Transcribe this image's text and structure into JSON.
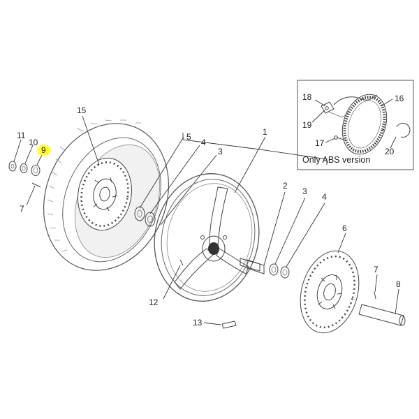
{
  "diagram": {
    "callouts": [
      {
        "id": "c1",
        "label": "1"
      },
      {
        "id": "c2",
        "label": "2"
      },
      {
        "id": "c3a",
        "label": "3"
      },
      {
        "id": "c3b",
        "label": "3"
      },
      {
        "id": "c4a",
        "label": "4"
      },
      {
        "id": "c4b",
        "label": "4"
      },
      {
        "id": "c5",
        "label": "5"
      },
      {
        "id": "c6",
        "label": "6"
      },
      {
        "id": "c7a",
        "label": "7"
      },
      {
        "id": "c7b",
        "label": "7"
      },
      {
        "id": "c8",
        "label": "8"
      },
      {
        "id": "c9",
        "label": "9"
      },
      {
        "id": "c10",
        "label": "10"
      },
      {
        "id": "c11",
        "label": "11"
      },
      {
        "id": "c12",
        "label": "12"
      },
      {
        "id": "c13",
        "label": "13"
      },
      {
        "id": "c15",
        "label": "15"
      },
      {
        "id": "c16",
        "label": "16"
      },
      {
        "id": "c17",
        "label": "17"
      },
      {
        "id": "c18",
        "label": "18"
      },
      {
        "id": "c19",
        "label": "19"
      },
      {
        "id": "c20",
        "label": "20"
      }
    ],
    "inset_caption": "Only ABS version",
    "highlight_color": "#ffff33"
  }
}
